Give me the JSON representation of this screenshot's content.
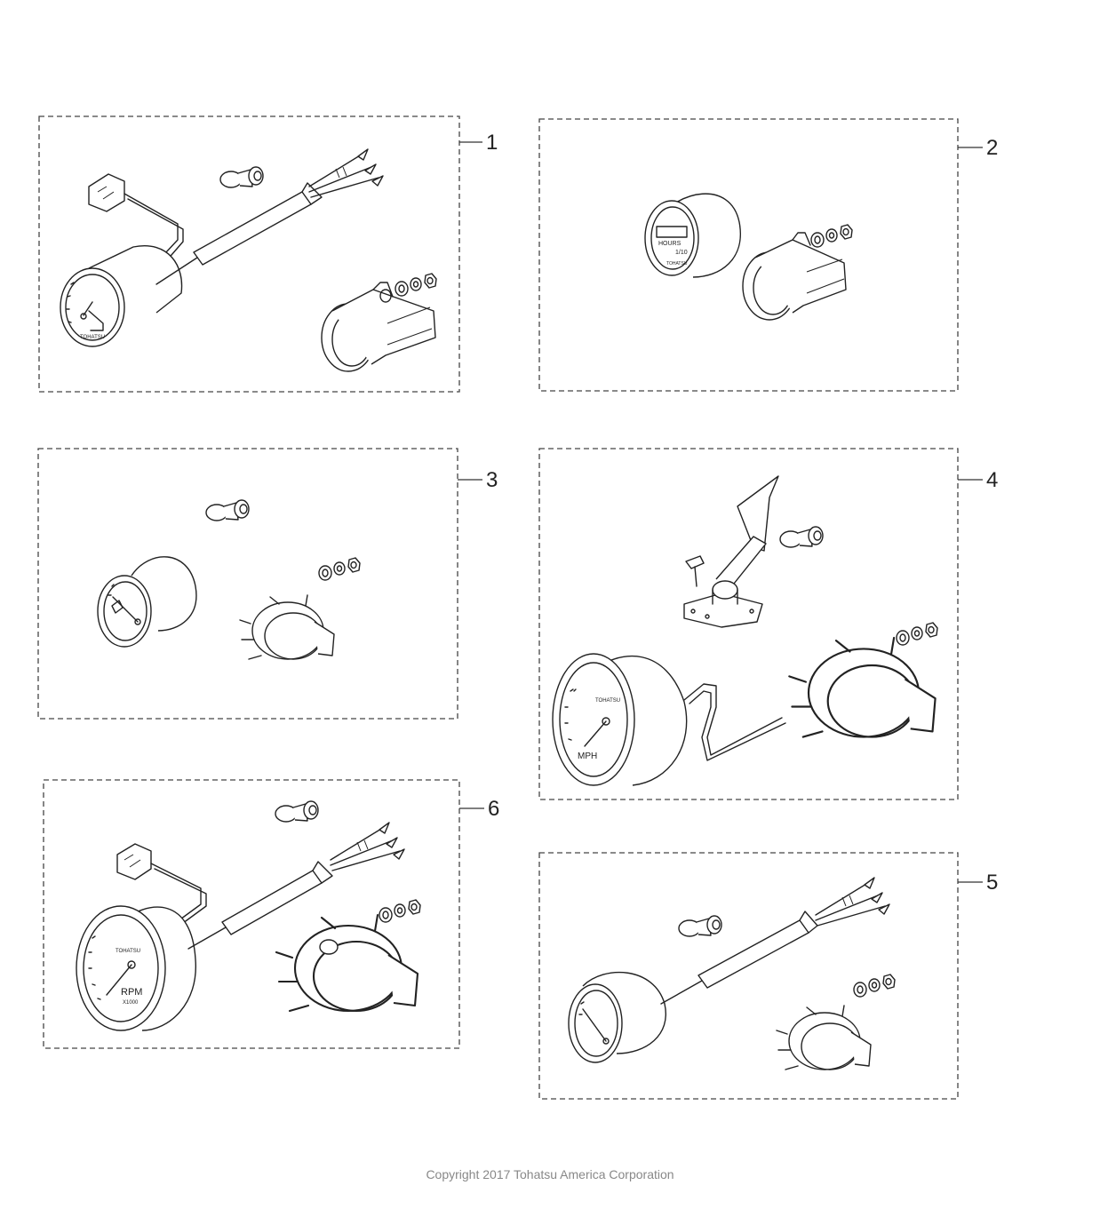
{
  "callouts": [
    "1",
    "2",
    "3",
    "4",
    "5",
    "6"
  ],
  "dial_labels": {
    "brand": "TOHATSU",
    "hours": "HOURS",
    "hour_unit": "1/10",
    "speed_unit": "MPH",
    "rpm_unit": "RPM",
    "rpm_scale": "X1000"
  },
  "footer": {
    "copyright": "Copyright 2017 Tohatsu America Corporation"
  },
  "colors": {
    "line": "#222222",
    "frame": "#444444",
    "footer_text": "#888888"
  }
}
